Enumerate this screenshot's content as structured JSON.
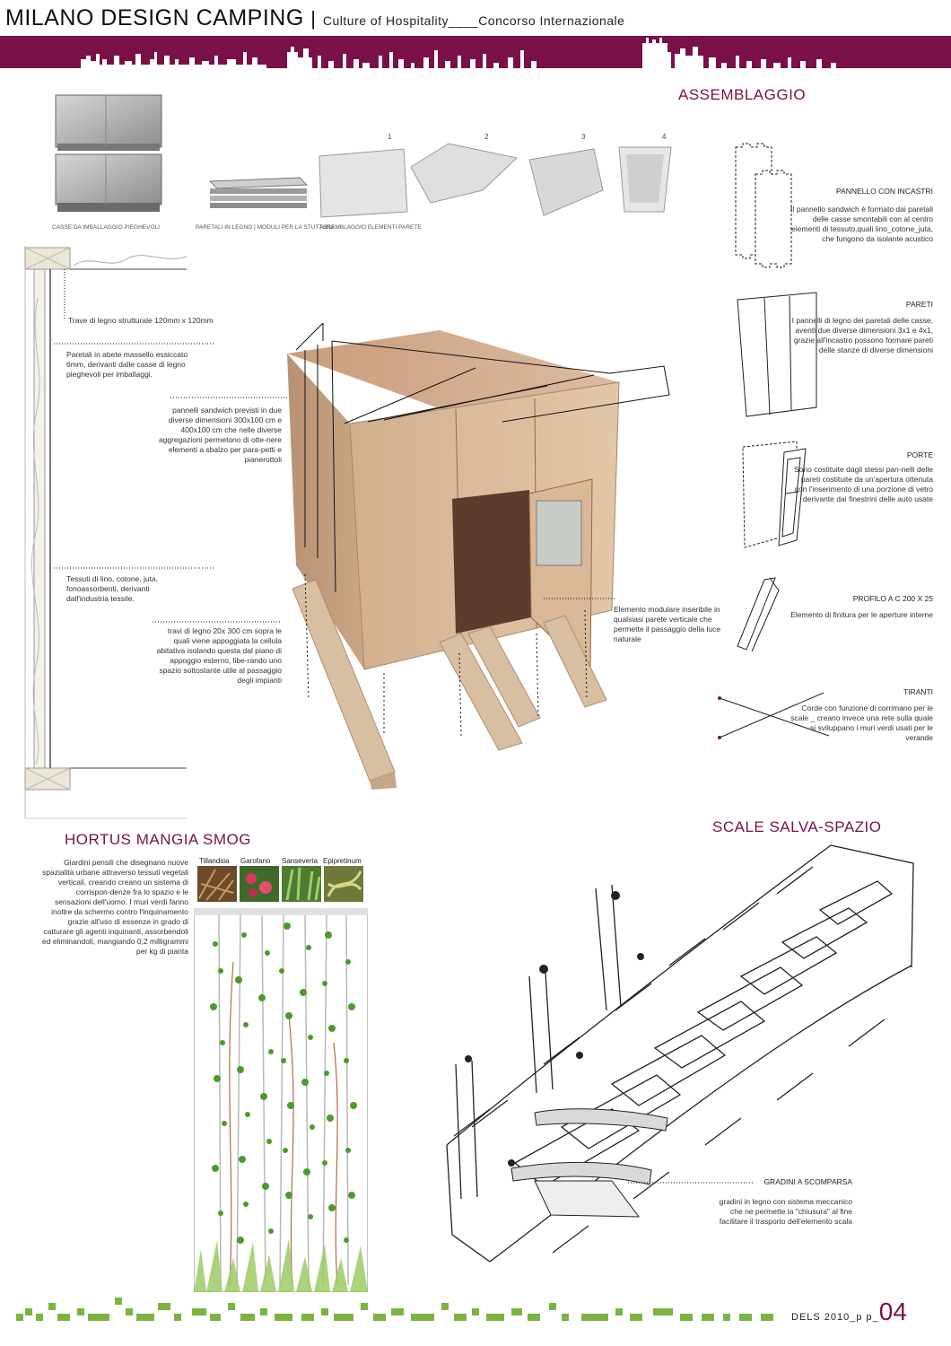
{
  "header": {
    "title": "MILANO DESIGN CAMPING",
    "subtitle": "Culture of Hospitality____Concorso Internazionale",
    "brand_color": "#7a1048"
  },
  "sections": {
    "assemblaggio": "ASSEMBLAGGIO",
    "hortus": "HORTUS MANGIA SMOG",
    "scale": "SCALE SALVA-SPAZIO"
  },
  "assembly": {
    "captions": [
      "CASSE DA IMBALLAGGIO PIEGHEVOLI",
      "PARETALI IN LEGNO | moduli per la stuttura",
      "ASSEMBLAGGIO ELEMENTI PARETE"
    ],
    "steps": [
      "1",
      "2",
      "3",
      "4"
    ]
  },
  "left_notes": {
    "trave": "Trave di legno strutturale 120mm x 120mm",
    "paretali": "Paretali in abete massello essiccato 6mm, derivanti dalle casse di legno pieghevoli per imballaggi.",
    "pannelli": "pannelli sandwich previsti in due diverse dimensioni 300x100 cm e 400x100 cm che nelle diverse aggregazioni permetono di otte-nere elementi a sbalzo per para-petti e pianerottoli",
    "tessuti": "Tessuti di lino, cotone, juta, fonoassorbenti, derivanti dall'industria tessile.",
    "travi": "travi di legno 20x 300 cm sopra le quali viene appoggiata la cellula abitativa isolando questa dal piano di appoggio esterno, libe-rando uno spazio sottostante utile al passaggio degli impianti",
    "elemento": "Elemento modulare inseribile in qualsiasi parete verticale che permette il passaggio della luce naturale"
  },
  "right_items": [
    {
      "title": "PANNELLO CON INCASTRI",
      "text": "Il pannello sandwich è formato dai paretali delle casse smontabili con al centro elementi di tessuto,quali lino_cotone_juta, che fungono da isolante acustico"
    },
    {
      "title": "PARETI",
      "text": "I pannelli di legno dei paretali delle casse, aventi due diverse dimensioni 3x1 e 4x1, grazie all'incastro possono formare pareti delle stanze di diverse dimensioni"
    },
    {
      "title": "PORTE",
      "text": "Sono costituite dagli stessi pan-nelli delle pareti costituite da un'apertura ottenuta con l'inserimento di una porzione di vetro derivante dai finestrini delle auto usate"
    },
    {
      "title": "PROFILO A C 200 X 25",
      "text": "Elemento di finitura per le aperture interne"
    },
    {
      "title": "TIRANTI",
      "text": "Corde con funzione di corrimano per le scale _ creano invece una rete sulla quale si sviluppano i muri verdi usati per le verande"
    }
  ],
  "hortus": {
    "text": "Giardini pensili che disegnano nuove spazialità urbane attraverso tessuti vegetali verticali, creando creano un sistema di corrispon-denze fra lo spazio e le sensazioni dell'uomo. I muri verdi fanno inoltre da schermo contro l'inquinamento grazie all'uso di essenze in grado di catturare gli agenti inquinanti, assorbendoli ed eliminandoli, mangiando 0,2 milligrammi per kg di pianta",
    "plants": [
      "Tillandsia",
      "Garofano",
      "Sanseveria",
      "Epipretinum"
    ],
    "plant_colors": [
      "#8a5a2b",
      "#c83a5a",
      "#5f8a3a",
      "#9aa85a"
    ]
  },
  "scale": {
    "title": "GRADINI A SCOMPARSA",
    "text": "gradini in legno con sistema meccanico che ne permette la \"chiusura\" al fine facilitare il trasporto dell'elemento scala"
  },
  "footer": {
    "label": "DELS  2010_p p_",
    "page": "04",
    "accent": "#7cb342"
  }
}
